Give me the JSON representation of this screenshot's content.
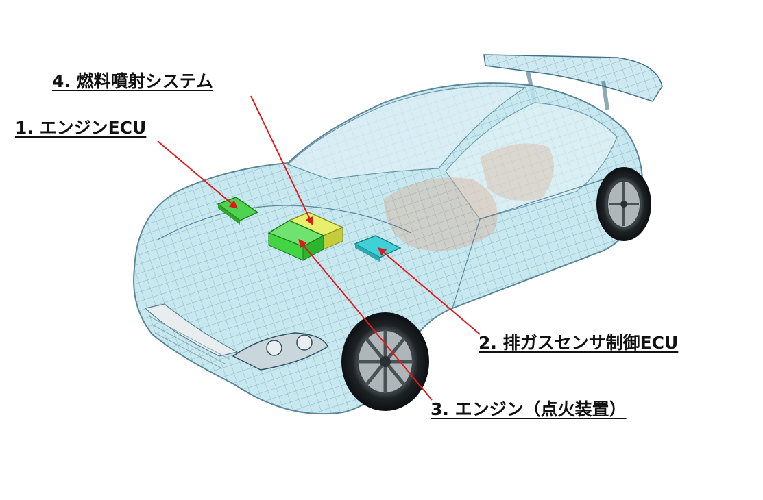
{
  "labels": {
    "engine_ecu": "1. エンジンECU",
    "exhaust_sensor_ecu": "2. 排ガスセンサ制御ECU",
    "engine_ignition": "3. エンジン（点火装置）",
    "fuel_injection": "4. 燃料噴射システム"
  },
  "colors": {
    "car_body": "#bfe4ee",
    "car_wire": "#6a9fb4",
    "car_outline": "#3f6f86",
    "engine_ecu_box": "#4fd34f",
    "fuel_injection_box": "#dde85a",
    "engine_box": "#43d443",
    "sensor_ecu_box": "#3fd0d8",
    "arrow": "#e01a1a"
  }
}
